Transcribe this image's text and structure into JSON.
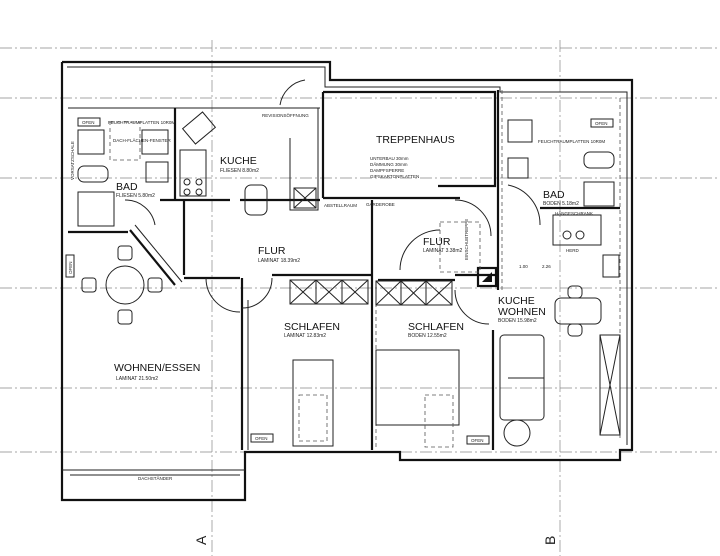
{
  "rooms": {
    "treppenhaus": {
      "name": "TREPPENHAUS",
      "note_lines": [
        "UNTERBAU 30mm",
        "DÄMMUNG 30mm",
        "DAMPFSPERRE",
        "GIPSKARTONPLATTEN"
      ]
    },
    "kueche": {
      "name": "KUCHE",
      "floor": "FLIESEN 8.80m2"
    },
    "bad_left": {
      "name": "BAD",
      "floor": "FLIESEN 5.80m2"
    },
    "flur_left": {
      "name": "FLUR",
      "floor": "LAMINAT 18.39m2"
    },
    "wohnen_essen": {
      "name": "WOHNEN/ESSEN",
      "floor": "LAMINAT 21.50m2"
    },
    "schlafen_left": {
      "name": "SCHLAFEN",
      "floor": "LAMINAT 12.83m2"
    },
    "schlafen_right": {
      "name": "SCHLAFEN",
      "floor": "BODEN 12.55m2"
    },
    "flur_right": {
      "name": "FLUR",
      "floor": "LAMINAT 3.38m2"
    },
    "bad_right": {
      "name": "BAD",
      "floor": "BODEN 5.18m2"
    },
    "kueche_wohnen": {
      "name_line1": "KUCHE",
      "name_line2": "WOHNEN",
      "floor": "BODEN 15.98m2"
    }
  },
  "annotations": {
    "ofen": "OFEN",
    "feuchtraum": "FEUCHTRAUMPLATTEN 10R0M",
    "dachfenster": "DACH-FLÄCHEN-FENSTER",
    "revision": "REVISIONSÖFFNUNG",
    "garderobe": "GARDEROBE",
    "dachstaender": "DACHSTÄNDER",
    "herd": "HERD",
    "haengeschrank": "HÄNGESCHRANK",
    "einschubtreppe": "EINSCHUBTREPPE",
    "abstellraum": "ABSTELLRAUM",
    "vorsatzschale": "VORSATZSCHALE",
    "dim_1": "1.00",
    "dim_2": "2.26"
  },
  "axes": {
    "a": "A",
    "b": "B"
  }
}
